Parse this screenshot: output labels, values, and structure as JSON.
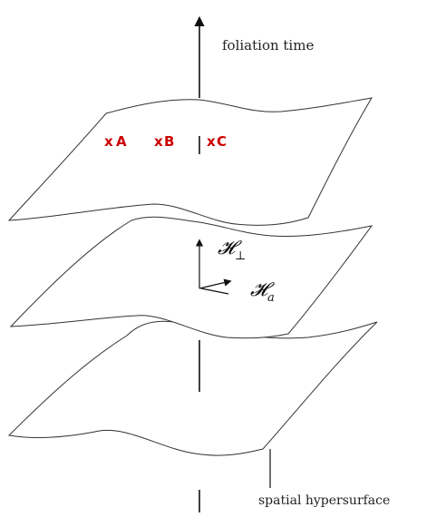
{
  "labels": {
    "axis": "foliation time",
    "hypersurface": "spatial hypersurface",
    "h_perp": "𝓗",
    "h_perp_sub": "⊥",
    "h_a": "𝓗",
    "h_a_sub": "a"
  },
  "points": [
    {
      "marker": "x",
      "name": "A"
    },
    {
      "marker": "x",
      "name": "B"
    },
    {
      "marker": "x",
      "name": "C"
    }
  ],
  "colors": {
    "points": "#cc0000",
    "lines": "#111111"
  }
}
